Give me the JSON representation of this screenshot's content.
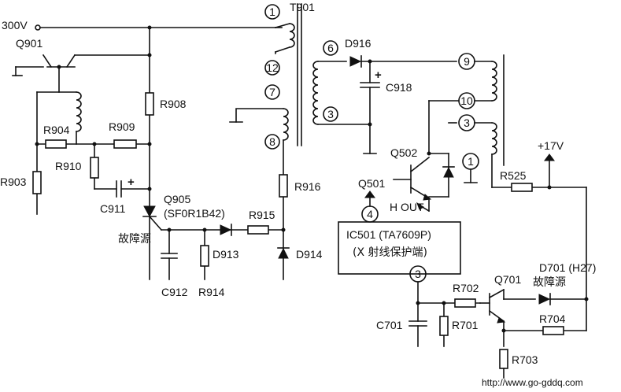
{
  "supply": {
    "v300": "300V",
    "v17": "+17V"
  },
  "transformer": {
    "name": "T901",
    "pins": [
      "1",
      "12",
      "7",
      "8",
      "6",
      "3",
      "9",
      "10",
      "3",
      "1"
    ]
  },
  "transistors": {
    "q901": "Q901",
    "q502": "Q502",
    "q701": "Q701",
    "q905": "Q905",
    "q905_part": "(SF0R1B42)"
  },
  "resistors": {
    "r904": "R904",
    "r909": "R909",
    "r908": "R908",
    "r910": "R910",
    "r903": "R903",
    "r915": "R915",
    "r916": "R916",
    "r914": "R914",
    "r525": "R525",
    "r702": "R702",
    "r701": "R701",
    "r704": "R704",
    "r703": "R703"
  },
  "capacitors": {
    "c911": "C911",
    "c912": "C912",
    "c918": "C918",
    "c701": "C701"
  },
  "diodes": {
    "d913": "D913",
    "d914": "D914",
    "d916": "D916",
    "d701": "D701 (H27)"
  },
  "ic": {
    "name": "IC501 (TA7609P)",
    "desc": "(X 射线保护端)",
    "pin4": "4",
    "pin3": "3",
    "h_out": "H OUT",
    "q501": "Q501"
  },
  "notes": {
    "fault1": "故障源",
    "fault2": "故障源"
  },
  "watermark": "http://www.go-gddq.com"
}
